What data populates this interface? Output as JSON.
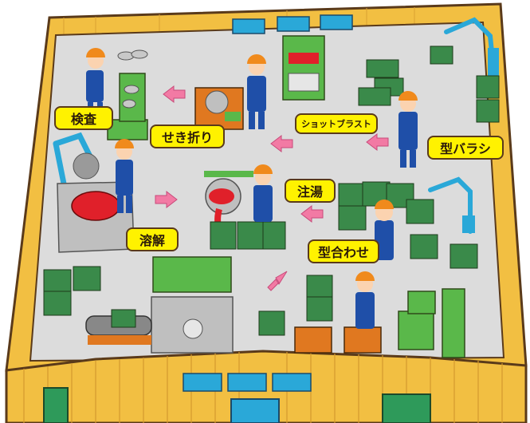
{
  "process_labels": {
    "inspection": "検査",
    "deburring": "せき折り",
    "shot_blast": "ショットブラスト",
    "mold_release": "型バラシ",
    "pouring": "注湯",
    "melting": "溶解",
    "mold_assembly": "型合わせ"
  },
  "colors": {
    "factory_floor": "#dcdcdc",
    "factory_wall": "#f2bf42",
    "wall_outline": "#5a3a1a",
    "machine_green": "#5ab84a",
    "machine_dark_green": "#2f7a3a",
    "worker_blue": "#1f4fa8",
    "helmet_orange": "#f08a1c",
    "molten_metal": "#e0202a",
    "arrow_pink": "#f27aa4",
    "label_yellow": "#fff200",
    "window_blue": "#2aa8d8"
  },
  "icons": {
    "flow_arrow": "left-arrow-icon",
    "robot_arm": "robot-arm-icon",
    "worker": "worker-icon"
  }
}
